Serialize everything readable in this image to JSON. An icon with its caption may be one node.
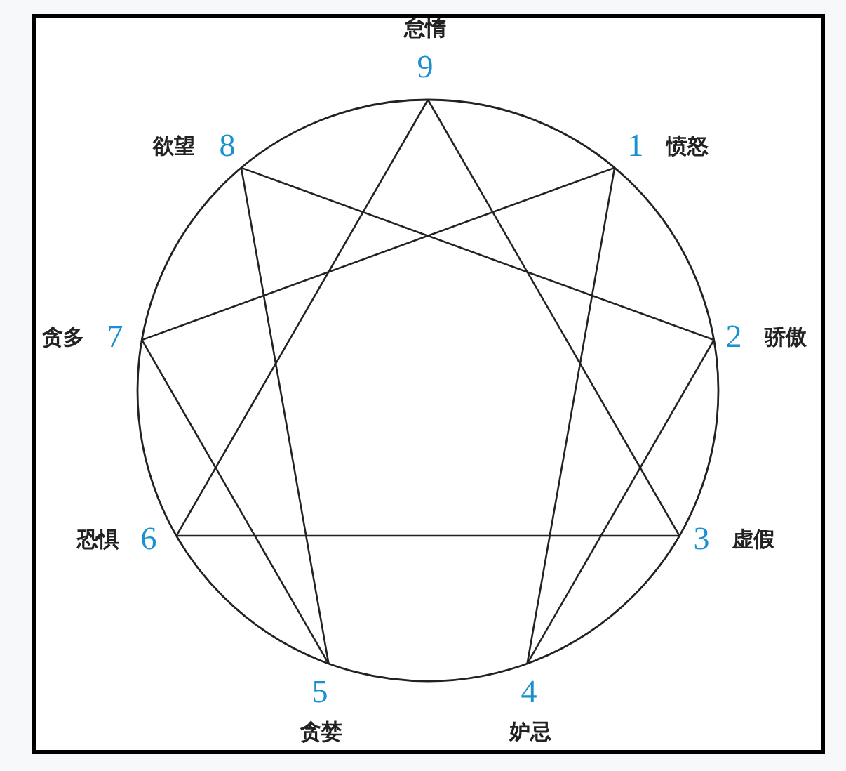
{
  "diagram": {
    "nodes": [
      {
        "text": [
          "9"
        ],
        "beside": [
          "怠惰"
        ]
      },
      {
        "text": [
          "8"
        ],
        "beside": [
          "欲望"
        ]
      },
      {
        "text": [
          "1"
        ],
        "beside": [
          "愤怒"
        ]
      },
      {
        "text": [
          "7"
        ],
        "beside": [
          "贪多"
        ]
      },
      {
        "text": [
          "2"
        ],
        "beside": [
          "骄傲"
        ]
      },
      {
        "text": [
          "6"
        ],
        "beside": [
          "恐惧"
        ]
      },
      {
        "text": [
          "3"
        ],
        "beside": [
          "虚假"
        ]
      },
      {
        "text": [
          "5"
        ],
        "beside": [
          "贪婪"
        ]
      },
      {
        "text": [
          "4"
        ],
        "beside": [
          "妒忌"
        ]
      }
    ],
    "edges": [
      {
        "from": 0,
        "to": 6,
        "arrow": "none"
      },
      {
        "from": 6,
        "to": 5,
        "arrow": "none"
      },
      {
        "from": 5,
        "to": 0,
        "arrow": "none"
      },
      {
        "from": 2,
        "to": 8,
        "arrow": "none"
      },
      {
        "from": 8,
        "to": 4,
        "arrow": "none"
      },
      {
        "from": 4,
        "to": 1,
        "arrow": "none"
      },
      {
        "from": 1,
        "to": 7,
        "arrow": "none"
      },
      {
        "from": 7,
        "to": 3,
        "arrow": "none"
      },
      {
        "from": 3,
        "to": 2,
        "arrow": "none"
      }
    ]
  }
}
